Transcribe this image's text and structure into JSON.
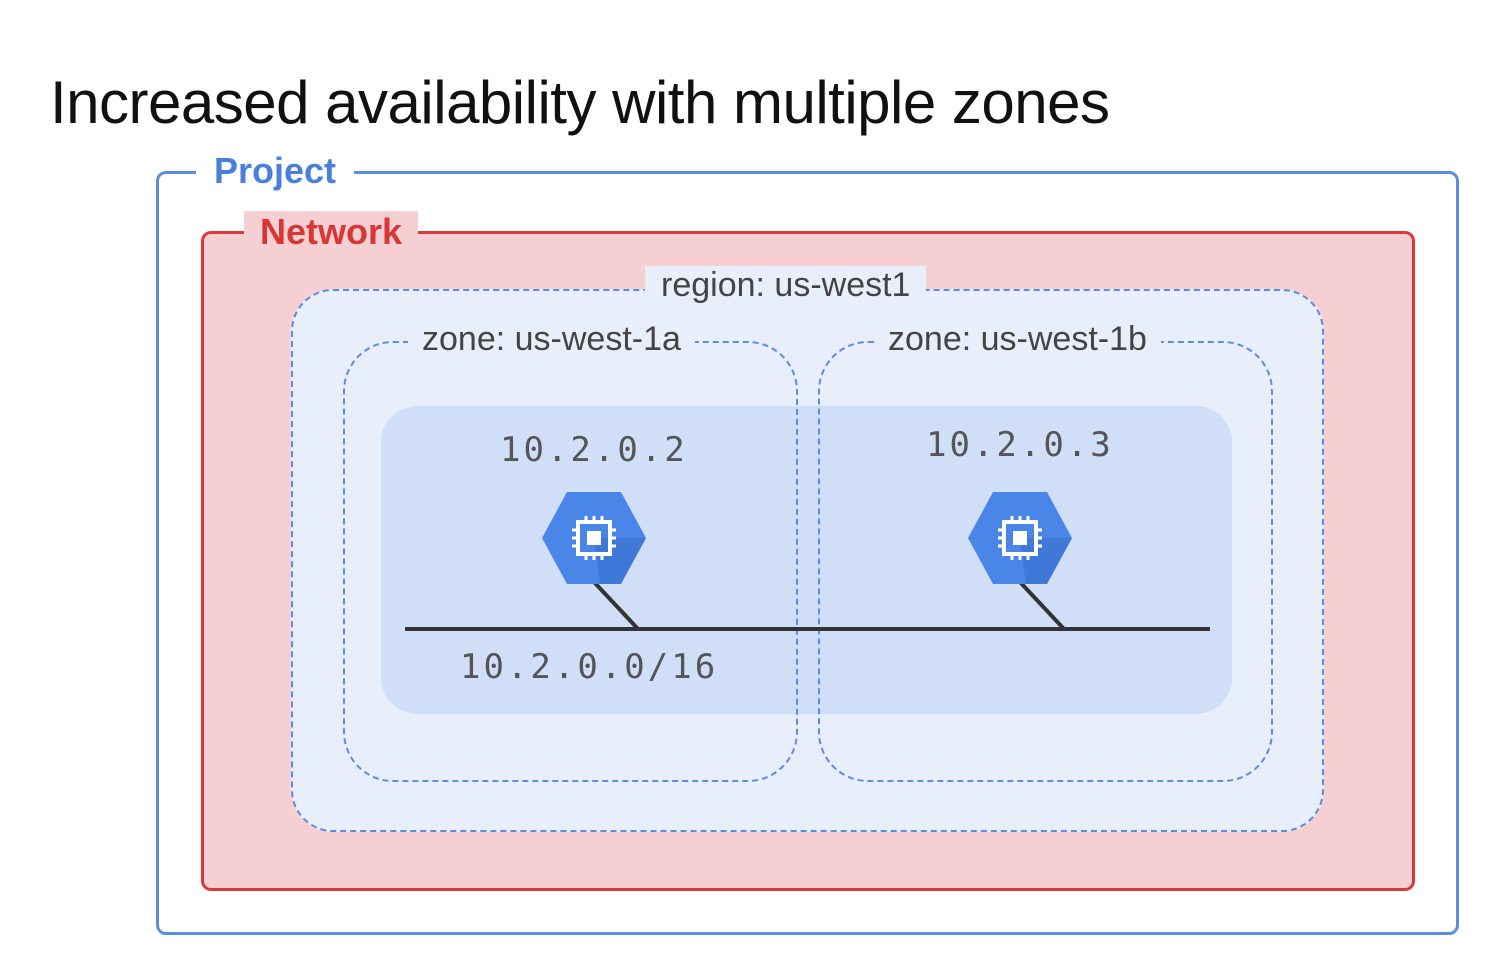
{
  "title": "Increased availability with multiple zones",
  "project": {
    "label": "Project",
    "color": "#4a80dc"
  },
  "network": {
    "label": "Network",
    "color": "#d93636",
    "fill": "#f5cfd2"
  },
  "region": {
    "label": "region: us-west1"
  },
  "zones": [
    {
      "label": "zone: us-west-1a",
      "vm_ip": "10.2.0.2",
      "vm_icon": "compute-engine-icon"
    },
    {
      "label": "zone: us-west-1b",
      "vm_ip": "10.2.0.3",
      "vm_icon": "compute-engine-icon"
    }
  ],
  "subnet": {
    "cidr": "10.2.0.0/16"
  },
  "colors": {
    "vm_hex": "#4a86e8",
    "vm_shadow": "#3a6fcc",
    "wire": "#333333"
  }
}
